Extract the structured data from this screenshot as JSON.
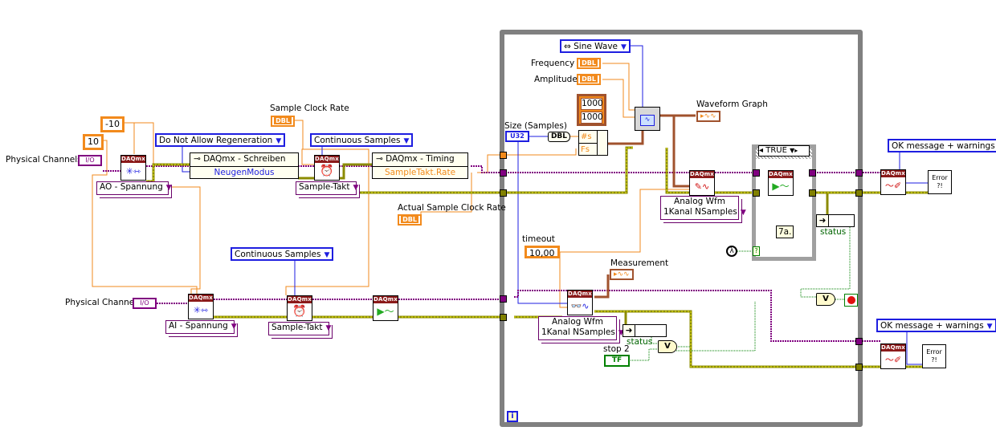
{
  "diagram": {
    "type": "LabVIEW block diagram",
    "ao_section": {
      "physical_channels_label": "Physical Channels",
      "physical_channels_terminal": "I/O",
      "max_value": "10",
      "min_value": "-10",
      "create_channel_ring": "AO - Spannung",
      "regen_ring": "Do Not Allow Regeneration",
      "write_property_node": {
        "title": "DAQmx - Schreiben",
        "property": "NeugenModus"
      },
      "sample_clock_rate_label": "Sample Clock Rate",
      "sample_clock_rate_terminal": "DBL",
      "sample_mode_ring": "Continuous Samples",
      "timing_ring": "Sample-Takt",
      "timing_property_node": {
        "title": "DAQmx - Timing",
        "property": "SampleTakt.Rate"
      },
      "actual_rate_label": "Actual Sample Clock Rate",
      "actual_rate_terminal": "DBL"
    },
    "ai_section": {
      "physical_channel_label": "Physical Channel",
      "physical_channel_terminal": "I/O",
      "create_channel_ring": "AI - Spannung",
      "sample_mode_ring": "Continuous Samples",
      "timing_ring": "Sample-Takt"
    },
    "while_loop": {
      "waveform_type_ring": "Sine Wave",
      "frequency_label": "Frequency",
      "amplitude_label": "Amplitude",
      "terminal_dbl": "DBL",
      "cluster_values": [
        "1000",
        "1000"
      ],
      "size_label": "Size (Samples)",
      "size_terminal": "U32",
      "convert_label": "DBL",
      "bundle_fields": [
        "#s",
        "Fs"
      ],
      "waveform_graph_label": "Waveform Graph",
      "write_ring": [
        "Analog Wfm",
        "1Kanal NSamples"
      ],
      "case_selector": "TRUE",
      "case_comment": "7a.",
      "status_label": "status",
      "timeout_label": "timeout",
      "timeout_value": "10,00",
      "measurement_label": "Measurement",
      "read_ring": [
        "Analog Wfm",
        "1Kanal NSamples"
      ],
      "read_status_label": "status",
      "stop_label": "stop 2",
      "stop_terminal": "TF",
      "or_label": "V",
      "iteration_label": "i"
    },
    "error_handling": {
      "top_ring": "OK message + warnings",
      "bottom_ring": "OK message + warnings",
      "error_label": "Error ?!"
    },
    "vi_banner": "DAQmx",
    "colors": {
      "numeric_wire": "#f28a1c",
      "enum_wire": "#1e1ee0",
      "task_wire": "#800080",
      "error_wire": "#c8c800",
      "waveform_wire": "#a0522d",
      "boolean_wire": "#008000",
      "loop_border": "#808080",
      "daqmx_banner": "#8b1a1a"
    }
  }
}
